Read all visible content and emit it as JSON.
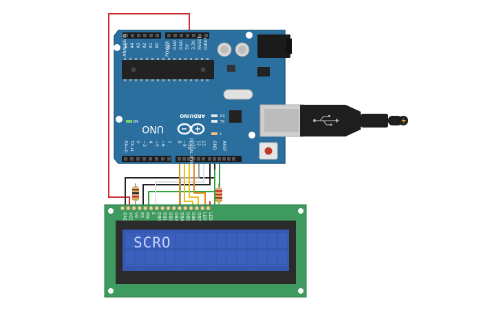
{
  "arduino": {
    "brand": "ARDUINO",
    "model": "UNO",
    "label_on": "ON",
    "label_tx": "TX",
    "label_rx": "RX",
    "label_l": "L",
    "label_analog_in": "ANALOG IN",
    "label_power": "POWER",
    "label_digital": "DIGITAL (PWM ~)",
    "analog_pins": [
      "A5",
      "A4",
      "A3",
      "A2",
      "A1",
      "A0"
    ],
    "power_pins": [
      "Vin",
      "GND",
      "GND",
      "5V",
      "3.3V",
      "RESET",
      "IOREF"
    ],
    "digital_pins": [
      "RX←0",
      "TX→1",
      "2",
      "~3",
      "4",
      "~5",
      "~6",
      "7",
      "8",
      "~9",
      "~10",
      "~11",
      "12",
      "13",
      "GND",
      "AREF"
    ],
    "colors": {
      "board": "#2a6f9e",
      "board_edge": "#1f5a82",
      "header": "#1b1b1b",
      "chip": "#222222",
      "led_on": "#7ad36b"
    }
  },
  "lcd": {
    "display_text": "SCRO",
    "pin_labels": [
      "GND",
      "VCC",
      "V0",
      "RS",
      "RW",
      "E",
      "DB0",
      "DB1",
      "DB2",
      "DB3",
      "DB4",
      "DB5",
      "DB6",
      "DB7",
      "LED",
      "LED"
    ],
    "colors": {
      "pcb": "#3e9a5e",
      "bezel": "#2b2b2b",
      "screen": "#3658b0",
      "text": "#c8d6ff"
    }
  },
  "usb": {
    "icon": "usb-icon"
  },
  "wires": {
    "colors": {
      "red": "#d22b2b",
      "black": "#222222",
      "green": "#2aa83b",
      "orange": "#e08a1a",
      "yellow": "#e6c21a",
      "white": "#e0e0e0",
      "gray": "#9a9a9a"
    }
  }
}
